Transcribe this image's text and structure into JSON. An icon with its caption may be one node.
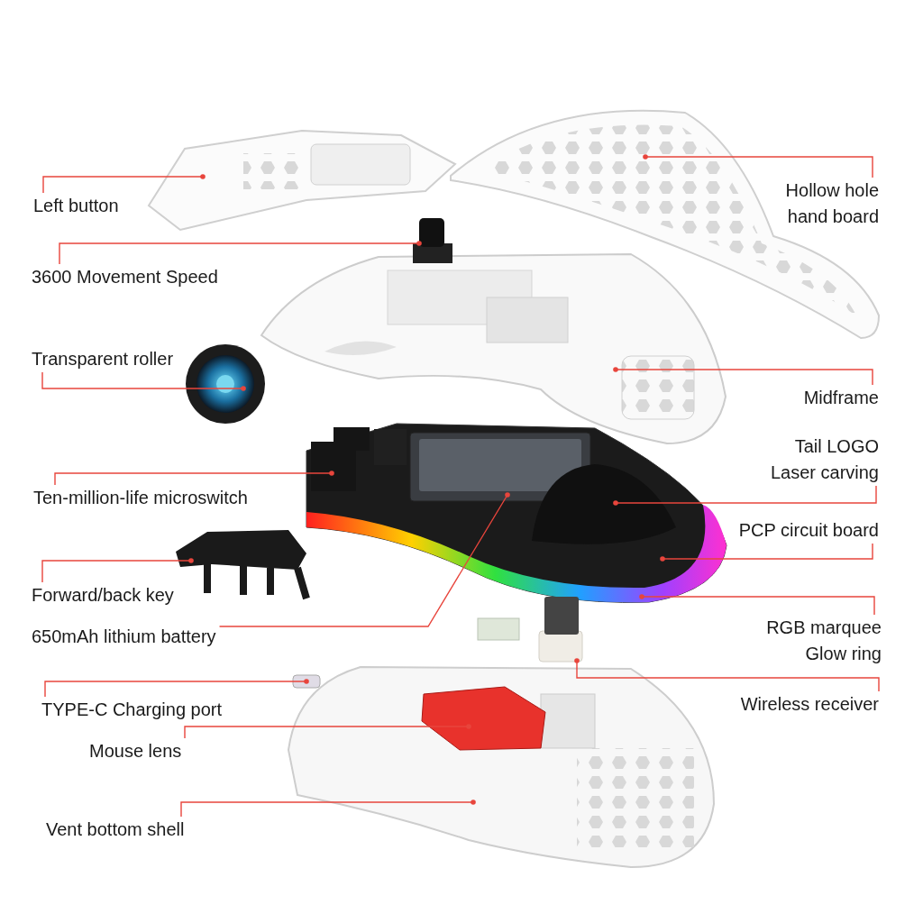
{
  "diagram": {
    "nodes": [
      {
        "text": [
          "Left button"
        ]
      },
      {
        "text": [
          "Hollow hole hand board"
        ]
      },
      {
        "text": [
          "3600 Movement Speed"
        ]
      },
      {
        "text": [
          "Transparent roller"
        ]
      },
      {
        "text": [
          "Midframe"
        ]
      },
      {
        "text": [
          "Tail LOGO Laser carving"
        ]
      },
      {
        "text": [
          "Ten-million-life microswitch"
        ]
      },
      {
        "text": [
          "PCP circuit board"
        ]
      },
      {
        "text": [
          "Forward/back key"
        ]
      },
      {
        "text": [
          "RGB marquee Glow ring"
        ]
      },
      {
        "text": [
          "650mAh lithium battery"
        ]
      },
      {
        "text": [
          "Wireless receiver"
        ]
      },
      {
        "text": [
          "TYPE-C Charging port"
        ]
      },
      {
        "text": [
          "Mouse lens"
        ]
      },
      {
        "text": [
          "Vent bottom shell"
        ]
      },
      {
        "text": [],
        "shape": "picture"
      },
      {
        "text": [],
        "shape": "picture"
      },
      {
        "text": [],
        "shape": "picture"
      },
      {
        "text": [],
        "shape": "picture"
      },
      {
        "text": [],
        "shape": "picture"
      },
      {
        "text": [],
        "shape": "picture",
        "in": 23
      },
      {
        "text": [],
        "shape": "picture",
        "in": 23
      },
      {
        "text": [],
        "shape": "picture",
        "in": 23
      },
      {
        "text": [],
        "shape": "picture"
      },
      {
        "text": [],
        "shape": "picture"
      },
      {
        "text": [],
        "shape": "picture",
        "in": 23
      },
      {
        "text": [],
        "shape": "picture"
      },
      {
        "text": [],
        "shape": "box"
      },
      {
        "text": [],
        "shape": "picture",
        "in": 29
      },
      {
        "text": [],
        "shape": "picture"
      }
    ],
    "edges": [
      {
        "from": 0,
        "to": 15,
        "arrow": "other"
      },
      {
        "from": 1,
        "to": 16,
        "arrow": "other"
      },
      {
        "from": 2,
        "to": 17,
        "arrow": "other"
      },
      {
        "from": 3,
        "to": 18,
        "arrow": "other"
      },
      {
        "from": 4,
        "to": 19,
        "arrow": "other"
      },
      {
        "from": 5,
        "to": 22,
        "arrow": "other"
      },
      {
        "from": 6,
        "to": 20,
        "arrow": "other"
      },
      {
        "from": 7,
        "to": 23,
        "arrow": "other"
      },
      {
        "from": 8,
        "to": 24,
        "arrow": "other"
      },
      {
        "from": 9,
        "to": 25,
        "arrow": "other"
      },
      {
        "from": 10,
        "to": 21,
        "arrow": "other"
      },
      {
        "from": 11,
        "to": 26,
        "arrow": "other"
      },
      {
        "from": 12,
        "to": 27,
        "arrow": "other"
      },
      {
        "from": 13,
        "to": 28,
        "arrow": "other"
      },
      {
        "from": 14,
        "to": 29,
        "arrow": "other"
      }
    ]
  }
}
